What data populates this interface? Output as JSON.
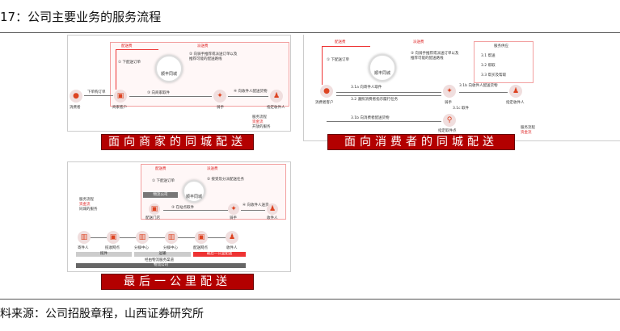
{
  "header": {
    "title": "17：公司主要业务的服务流程"
  },
  "footer": {
    "source": "料来源：公司招股章程，山西证券研究所"
  },
  "panel1": {
    "banner": "面向商家的同城配送",
    "hub": "顺丰同城",
    "fee1": "配送费",
    "fee2": "派送费",
    "step1": "① 下配送订单",
    "step2": "② 向骑手推荐或派送订单以及推荐可能的配送路线",
    "step3": "③ 向商家取件",
    "step4": "④ 向收件人配送货物",
    "consumer": "消费者",
    "order": "下单购订单",
    "merchant": "商家客户",
    "rider": "骑手",
    "recipient": "指定收件人",
    "legend": [
      "服务流程",
      "资金流",
      "开放的服务"
    ]
  },
  "panel2": {
    "banner": "面向消费者的同城配送",
    "hub": "顺丰同城",
    "fee1": "配送费",
    "fee2": "派送费",
    "step1": "① 下配送订单",
    "step2": "② 向骑手推荐或派送订单以及推荐可能的配送路线",
    "step3a": "3.1a 向寄件人取件",
    "step32": "3.2 遵照消费者指示履行任务",
    "step3b": "3.1b 向收件人配送货物",
    "step3c": "3.1c 取件",
    "step3d": "3.1b 向消费者配送货物",
    "customer": "消费者客户",
    "rider": "骑手",
    "recipient": "指定收件人",
    "pickup": "指定取件点",
    "services_title": "服务供应",
    "services": [
      "3.1 帮送",
      "3.2 帮取",
      "3.3 帮买及帮取"
    ],
    "legend": [
      "服务流程",
      "资金流"
    ]
  },
  "panel3": {
    "banner": "最后一公里配送",
    "hub": "顺丰同城",
    "fee1": "配送费",
    "fee2": "派送费",
    "step1": "① 下配送订单",
    "step2": "② 接受及分派配送任务",
    "step3": "③ 在站点取件",
    "step4": "④ 向收件人送货",
    "logistics_co": "物流公司",
    "station": "配送门店",
    "rider": "骑手",
    "recipient": "收件人",
    "chain": [
      "寄件人",
      "揽收网点",
      "分拨中心",
      "分拨中心",
      "配送网点",
      "收件人"
    ],
    "segments": [
      "揽件",
      "运输",
      "最后一公里配送"
    ],
    "span": "经由物流服务渠道",
    "bottom": "物流公司",
    "legend": [
      "服务流程",
      "资金流",
      "同城的服务"
    ]
  }
}
